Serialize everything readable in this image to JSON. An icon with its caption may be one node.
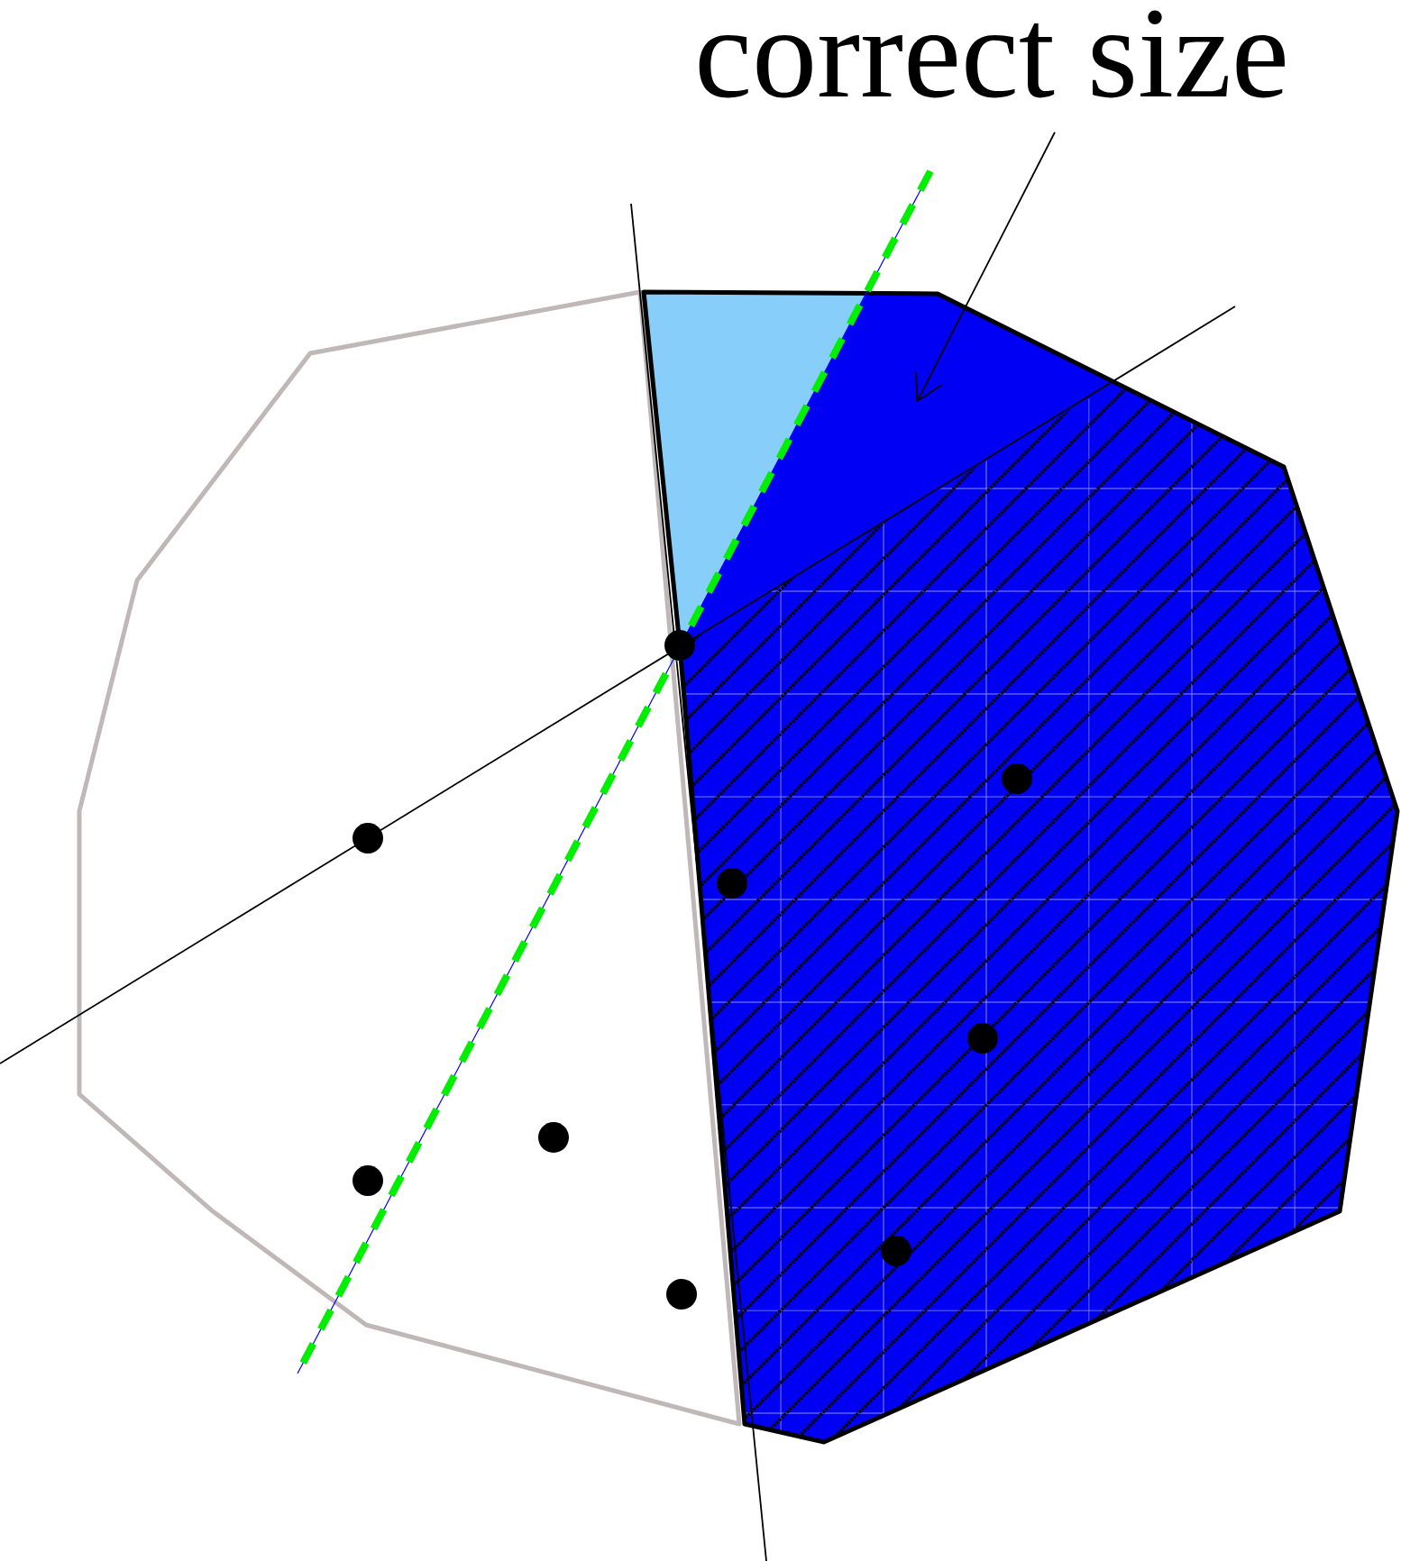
{
  "diagram": {
    "nodes": [
      {
        "text": [
          "correct size"
        ]
      },
      {
        "text": [],
        "shape": "polygon"
      }
    ],
    "edges": [
      {
        "from": 0,
        "to": 1,
        "arrow": "to"
      }
    ]
  }
}
